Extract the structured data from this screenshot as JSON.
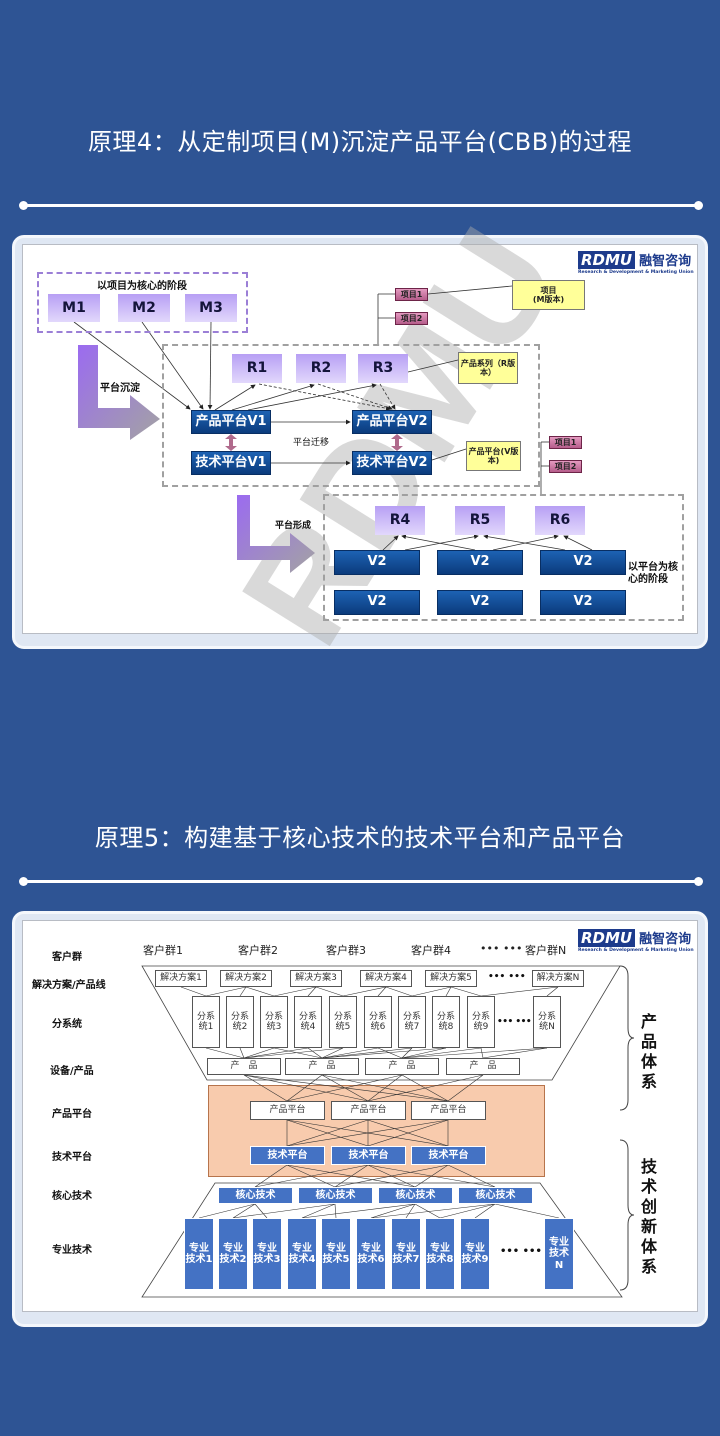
{
  "section1": {
    "title": "原理4：从定制项目(M)沉淀产品平台(CBB)的过程"
  },
  "section2": {
    "title": "原理5：构建基于核心技术的技术平台和产品平台"
  },
  "logo": {
    "mark": "RDMU",
    "cn": "融智咨询",
    "sub": "Research & Development & Marketing Union"
  },
  "diagram1": {
    "watermark": "RDMU",
    "project_stage_label": "以项目为核心的阶段",
    "m_nodes": [
      "M1",
      "M2",
      "M3"
    ],
    "r_nodes": [
      "R1",
      "R2",
      "R3"
    ],
    "product_platform_v1": "产品平台V1",
    "product_platform_v2": "产品平台V2",
    "tech_platform_v1": "技术平台V1",
    "tech_platform_v2": "技术平台V2",
    "platform_deposit": "平台沉淀",
    "platform_migration": "平台迁移",
    "platform_formation": "平台形成",
    "projects_top": [
      "项目1",
      "项目2"
    ],
    "projects_right": [
      "项目1",
      "项目2"
    ],
    "note_project": [
      "项目",
      "(M版本)"
    ],
    "note_series": "产品系列（R版本）",
    "note_platform": "产品平台(V版本)",
    "r_nodes_lower": [
      "R4",
      "R5",
      "R6"
    ],
    "v2_nodes": [
      "V2",
      "V2",
      "V2",
      "V2",
      "V2",
      "V2"
    ],
    "platform_stage_label": "以平台为核心的阶段"
  },
  "diagram2": {
    "row_labels": [
      "客户群",
      "解决方案/产品线",
      "分系统",
      "设备/产品",
      "产品平台",
      "技术平台",
      "核心技术",
      "专业技术"
    ],
    "customer_groups": [
      "客户群1",
      "客户群2",
      "客户群3",
      "客户群4",
      "••• •••",
      "客户群N"
    ],
    "solutions": [
      "解决方案1",
      "解决方案2",
      "解决方案3",
      "解决方案4",
      "解决方案5",
      "••• •••",
      "解决方案N"
    ],
    "subsystems": [
      "分系统1",
      "分系统2",
      "分系统3",
      "分系统4",
      "分系统5",
      "分系统6",
      "分系统7",
      "分系统8",
      "分系统9",
      "••• •••",
      "分系统N"
    ],
    "products": [
      "产　品",
      "产　品",
      "产　品",
      "产　品"
    ],
    "product_platforms": [
      "产品平台",
      "产品平台",
      "产品平台"
    ],
    "tech_platforms": [
      "技术平台",
      "技术平台",
      "技术平台"
    ],
    "core_techs": [
      "核心技术",
      "核心技术",
      "核心技术",
      "核心技术"
    ],
    "specialties": [
      "专业技术1",
      "专业技术2",
      "专业技术3",
      "专业技术4",
      "专业技术5",
      "专业技术6",
      "专业技术7",
      "专业技术8",
      "专业技术9",
      "••• •••",
      "专业技术N"
    ],
    "brace_product": "产品体系",
    "brace_tech": "技术创新体系"
  }
}
